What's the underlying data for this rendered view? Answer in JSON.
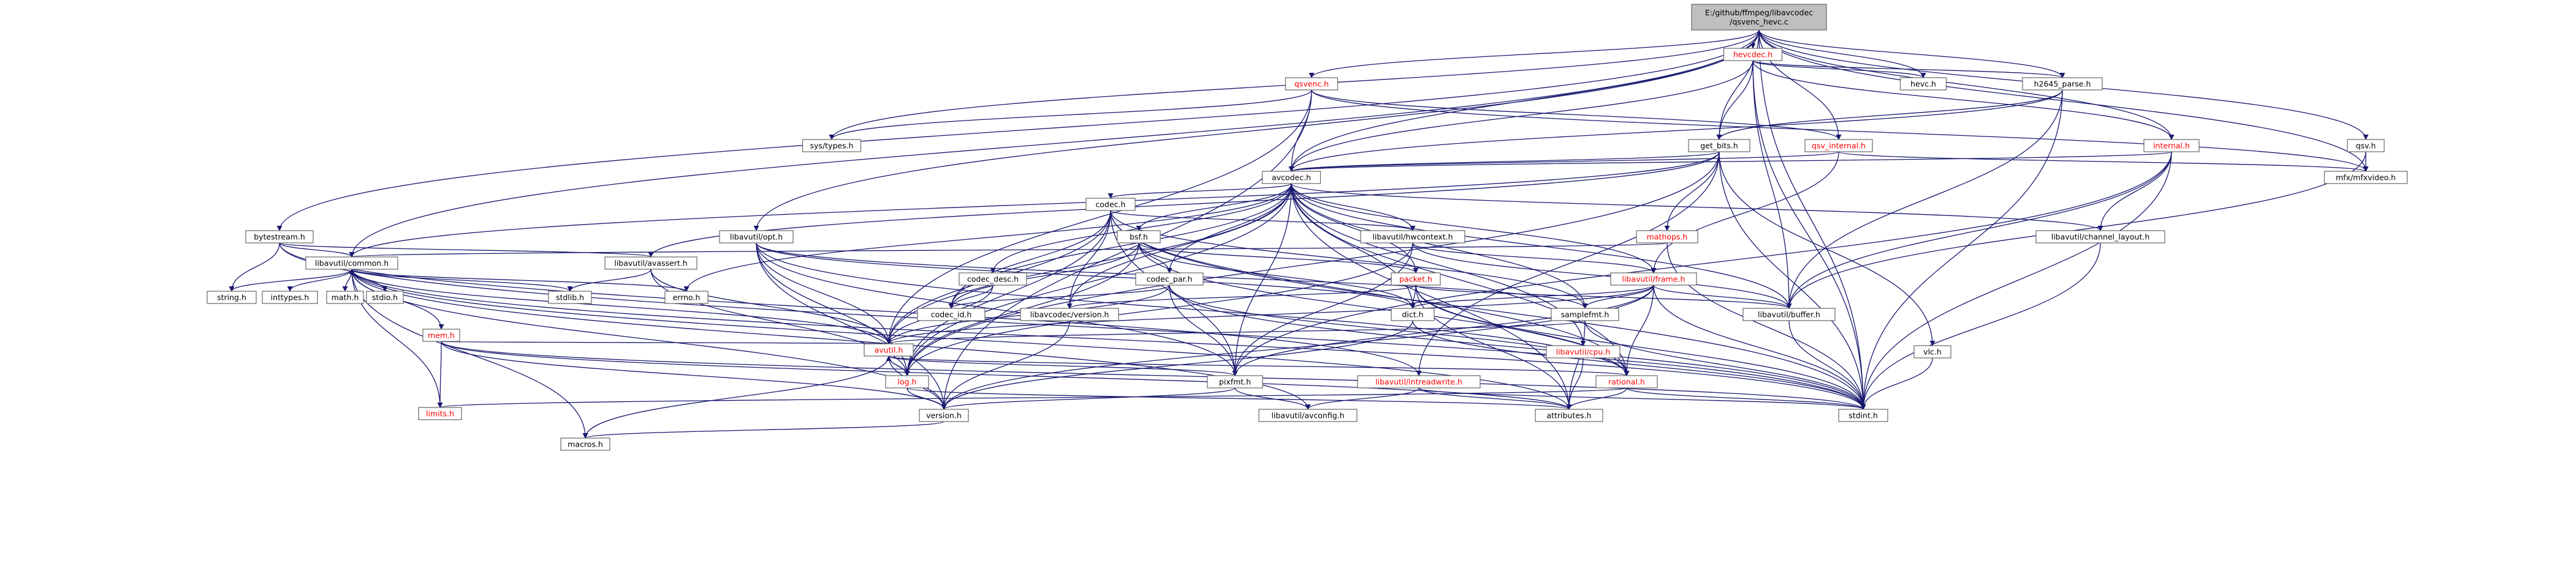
{
  "diagram": {
    "type": "include-dependency-graph",
    "colors": {
      "node_fill": "#ffffff",
      "root_fill": "#bfbfbf",
      "text_normal": "#000000",
      "text_red": "#ff0000",
      "edge": "#191970"
    },
    "nodes": [
      {
        "id": "root",
        "lines": [
          "E:/github/ffmpeg/libavcodec",
          "/qsvenc_hevc.c"
        ],
        "red": false,
        "root": true
      },
      {
        "id": "bytestream",
        "lines": [
          "bytestream.h"
        ],
        "red": false
      },
      {
        "id": "common",
        "lines": [
          "libavutil/common.h"
        ],
        "red": false
      },
      {
        "id": "avassert",
        "lines": [
          "libavutil/avassert.h"
        ],
        "red": false
      },
      {
        "id": "opt",
        "lines": [
          "libavutil/opt.h"
        ],
        "red": false
      },
      {
        "id": "systypes",
        "lines": [
          "sys/types.h"
        ],
        "red": false
      },
      {
        "id": "qsvenc",
        "lines": [
          "qsvenc.h"
        ],
        "red": true
      },
      {
        "id": "avcodec",
        "lines": [
          "avcodec.h"
        ],
        "red": false
      },
      {
        "id": "hevcdec",
        "lines": [
          "hevcdec.h"
        ],
        "red": true
      },
      {
        "id": "hevc",
        "lines": [
          "hevc.h"
        ],
        "red": false
      },
      {
        "id": "h2645",
        "lines": [
          "h2645_parse.h"
        ],
        "red": false
      },
      {
        "id": "getbits",
        "lines": [
          "get_bits.h"
        ],
        "red": false
      },
      {
        "id": "qsvinternal",
        "lines": [
          "qsv_internal.h"
        ],
        "red": true
      },
      {
        "id": "internal",
        "lines": [
          "internal.h"
        ],
        "red": true
      },
      {
        "id": "qsv",
        "lines": [
          "qsv.h"
        ],
        "red": false
      },
      {
        "id": "mfxvideo",
        "lines": [
          "mfx/mfxvideo.h"
        ],
        "red": false
      },
      {
        "id": "codec",
        "lines": [
          "codec.h"
        ],
        "red": false
      },
      {
        "id": "bsf",
        "lines": [
          "bsf.h"
        ],
        "red": false
      },
      {
        "id": "hwcontext",
        "lines": [
          "libavutil/hwcontext.h"
        ],
        "red": false
      },
      {
        "id": "channellayout",
        "lines": [
          "libavutil/channel_layout.h"
        ],
        "red": false
      },
      {
        "id": "mathops",
        "lines": [
          "mathops.h"
        ],
        "red": true
      },
      {
        "id": "codecdesc",
        "lines": [
          "codec_desc.h"
        ],
        "red": false
      },
      {
        "id": "codecpar",
        "lines": [
          "codec_par.h"
        ],
        "red": false
      },
      {
        "id": "packet",
        "lines": [
          "packet.h"
        ],
        "red": true
      },
      {
        "id": "frame",
        "lines": [
          "libavutil/frame.h"
        ],
        "red": true
      },
      {
        "id": "string",
        "lines": [
          "string.h"
        ],
        "red": false
      },
      {
        "id": "inttypes",
        "lines": [
          "inttypes.h"
        ],
        "red": false
      },
      {
        "id": "math",
        "lines": [
          "math.h"
        ],
        "red": false
      },
      {
        "id": "stdio",
        "lines": [
          "stdio.h"
        ],
        "red": false
      },
      {
        "id": "stdlib",
        "lines": [
          "stdlib.h"
        ],
        "red": false
      },
      {
        "id": "errno",
        "lines": [
          "errno.h"
        ],
        "red": false
      },
      {
        "id": "mem",
        "lines": [
          "mem.h"
        ],
        "red": true
      },
      {
        "id": "codecid",
        "lines": [
          "codec_id.h"
        ],
        "red": false
      },
      {
        "id": "avcversion",
        "lines": [
          "libavcodec/version.h"
        ],
        "red": false
      },
      {
        "id": "dict",
        "lines": [
          "dict.h"
        ],
        "red": false
      },
      {
        "id": "samplefmt",
        "lines": [
          "samplefmt.h"
        ],
        "red": false
      },
      {
        "id": "buffer",
        "lines": [
          "libavutil/buffer.h"
        ],
        "red": false
      },
      {
        "id": "avutil",
        "lines": [
          "avutil.h"
        ],
        "red": true
      },
      {
        "id": "cpu",
        "lines": [
          "libavutil/cpu.h"
        ],
        "red": true
      },
      {
        "id": "vlc",
        "lines": [
          "vlc.h"
        ],
        "red": false
      },
      {
        "id": "log",
        "lines": [
          "log.h"
        ],
        "red": true
      },
      {
        "id": "pixfmt",
        "lines": [
          "pixfmt.h"
        ],
        "red": false
      },
      {
        "id": "intreadwrite",
        "lines": [
          "libavutil/intreadwrite.h"
        ],
        "red": true
      },
      {
        "id": "rational",
        "lines": [
          "rational.h"
        ],
        "red": true
      },
      {
        "id": "limits",
        "lines": [
          "limits.h"
        ],
        "red": true
      },
      {
        "id": "version",
        "lines": [
          "version.h"
        ],
        "red": false
      },
      {
        "id": "avconfig",
        "lines": [
          "libavutil/avconfig.h"
        ],
        "red": false
      },
      {
        "id": "attributes",
        "lines": [
          "attributes.h"
        ],
        "red": false
      },
      {
        "id": "stdint",
        "lines": [
          "stdint.h"
        ],
        "red": false
      },
      {
        "id": "macros",
        "lines": [
          "macros.h"
        ],
        "red": false
      }
    ],
    "edges": [
      [
        "root",
        "bytestream"
      ],
      [
        "root",
        "common"
      ],
      [
        "root",
        "opt"
      ],
      [
        "root",
        "systypes"
      ],
      [
        "root",
        "qsvenc"
      ],
      [
        "root",
        "avcodec"
      ],
      [
        "root",
        "hevcdec"
      ],
      [
        "root",
        "hevc"
      ],
      [
        "root",
        "h2645"
      ],
      [
        "root",
        "getbits"
      ],
      [
        "root",
        "qsvinternal"
      ],
      [
        "root",
        "internal"
      ],
      [
        "root",
        "qsv"
      ],
      [
        "root",
        "mfxvideo"
      ],
      [
        "root",
        "stdint"
      ],
      [
        "bytestream",
        "common"
      ],
      [
        "bytestream",
        "avassert"
      ],
      [
        "bytestream",
        "string"
      ],
      [
        "bytestream",
        "intreadwrite"
      ],
      [
        "bytestream",
        "stdint"
      ],
      [
        "common",
        "errno"
      ],
      [
        "common",
        "inttypes"
      ],
      [
        "common",
        "limits"
      ],
      [
        "common",
        "math"
      ],
      [
        "common",
        "stdint"
      ],
      [
        "common",
        "stdio"
      ],
      [
        "common",
        "stdlib"
      ],
      [
        "common",
        "string"
      ],
      [
        "common",
        "attributes"
      ],
      [
        "common",
        "macros"
      ],
      [
        "common",
        "version"
      ],
      [
        "common",
        "avconfig"
      ],
      [
        "common",
        "mem"
      ],
      [
        "mem",
        "limits"
      ],
      [
        "mem",
        "stdint"
      ],
      [
        "mem",
        "attributes"
      ],
      [
        "mem",
        "avutil"
      ],
      [
        "mem",
        "version"
      ],
      [
        "avassert",
        "stdlib"
      ],
      [
        "avassert",
        "avutil"
      ],
      [
        "avassert",
        "log"
      ],
      [
        "opt",
        "rational"
      ],
      [
        "opt",
        "avutil"
      ],
      [
        "opt",
        "dict"
      ],
      [
        "opt",
        "log"
      ],
      [
        "opt",
        "pixfmt"
      ],
      [
        "opt",
        "samplefmt"
      ],
      [
        "opt",
        "version"
      ],
      [
        "qsvenc",
        "systypes"
      ],
      [
        "qsvenc",
        "mfxvideo"
      ],
      [
        "qsvenc",
        "avutil"
      ],
      [
        "qsvenc",
        "avcodec"
      ],
      [
        "qsvenc",
        "qsvinternal"
      ],
      [
        "qsvenc",
        "version"
      ],
      [
        "hevcdec",
        "stdint"
      ],
      [
        "hevcdec",
        "buffer"
      ],
      [
        "hevcdec",
        "avcodec"
      ],
      [
        "hevcdec",
        "getbits"
      ],
      [
        "hevcdec",
        "h2645"
      ],
      [
        "hevcdec",
        "hevc"
      ],
      [
        "hevcdec",
        "internal"
      ],
      [
        "h2645",
        "stdint"
      ],
      [
        "h2645",
        "avcodec"
      ],
      [
        "h2645",
        "buffer"
      ],
      [
        "h2645",
        "getbits"
      ],
      [
        "getbits",
        "stdint"
      ],
      [
        "getbits",
        "common"
      ],
      [
        "getbits",
        "intreadwrite"
      ],
      [
        "getbits",
        "log"
      ],
      [
        "getbits",
        "avassert"
      ],
      [
        "getbits",
        "avcodec"
      ],
      [
        "getbits",
        "mathops"
      ],
      [
        "getbits",
        "vlc"
      ],
      [
        "qsvinternal",
        "mfxvideo"
      ],
      [
        "qsvinternal",
        "avcodec"
      ],
      [
        "qsvinternal",
        "frame"
      ],
      [
        "internal",
        "stdint"
      ],
      [
        "internal",
        "buffer"
      ],
      [
        "internal",
        "channellayout"
      ],
      [
        "internal",
        "avcodec"
      ],
      [
        "internal",
        "pixfmt"
      ],
      [
        "qsv",
        "mfxvideo"
      ],
      [
        "qsv",
        "buffer"
      ],
      [
        "avcodec",
        "errno"
      ],
      [
        "avcodec",
        "samplefmt"
      ],
      [
        "avcodec",
        "attributes"
      ],
      [
        "avcodec",
        "avutil"
      ],
      [
        "avcodec",
        "buffer"
      ],
      [
        "avcodec",
        "cpu"
      ],
      [
        "avcodec",
        "channellayout"
      ],
      [
        "avcodec",
        "dict"
      ],
      [
        "avcodec",
        "frame"
      ],
      [
        "avcodec",
        "hwcontext"
      ],
      [
        "avcodec",
        "log"
      ],
      [
        "avcodec",
        "pixfmt"
      ],
      [
        "avcodec",
        "rational"
      ],
      [
        "avcodec",
        "codec"
      ],
      [
        "avcodec",
        "codecdesc"
      ],
      [
        "avcodec",
        "codecid"
      ],
      [
        "avcodec",
        "packet"
      ],
      [
        "avcodec",
        "bsf"
      ],
      [
        "avcodec",
        "codecpar"
      ],
      [
        "avcodec",
        "avcversion"
      ],
      [
        "codec",
        "stdint"
      ],
      [
        "codec",
        "avutil"
      ],
      [
        "codec",
        "hwcontext"
      ],
      [
        "codec",
        "log"
      ],
      [
        "codec",
        "pixfmt"
      ],
      [
        "codec",
        "rational"
      ],
      [
        "codec",
        "samplefmt"
      ],
      [
        "codec",
        "codecid"
      ],
      [
        "codec",
        "avcversion"
      ],
      [
        "bsf",
        "dict"
      ],
      [
        "bsf",
        "log"
      ],
      [
        "bsf",
        "rational"
      ],
      [
        "bsf",
        "codecid"
      ],
      [
        "bsf",
        "codecpar"
      ],
      [
        "bsf",
        "packet"
      ],
      [
        "hwcontext",
        "buffer"
      ],
      [
        "hwcontext",
        "frame"
      ],
      [
        "hwcontext",
        "log"
      ],
      [
        "hwcontext",
        "pixfmt"
      ],
      [
        "channellayout",
        "stdint"
      ],
      [
        "mathops",
        "stdint"
      ],
      [
        "mathops",
        "common"
      ],
      [
        "codecdesc",
        "avutil"
      ],
      [
        "codecdesc",
        "codecid"
      ],
      [
        "codecpar",
        "stdint"
      ],
      [
        "codecpar",
        "avutil"
      ],
      [
        "codecpar",
        "rational"
      ],
      [
        "codecpar",
        "pixfmt"
      ],
      [
        "codecpar",
        "codecid"
      ],
      [
        "packet",
        "stddef"
      ],
      [
        "packet",
        "stdint"
      ],
      [
        "packet",
        "attributes"
      ],
      [
        "packet",
        "buffer"
      ],
      [
        "packet",
        "dict"
      ],
      [
        "packet",
        "rational"
      ],
      [
        "packet",
        "avcversion"
      ],
      [
        "frame",
        "stddef"
      ],
      [
        "frame",
        "stdint"
      ],
      [
        "frame",
        "avutil"
      ],
      [
        "frame",
        "buffer"
      ],
      [
        "frame",
        "dict"
      ],
      [
        "frame",
        "rational"
      ],
      [
        "frame",
        "samplefmt"
      ],
      [
        "frame",
        "pixfmt"
      ],
      [
        "frame",
        "version"
      ],
      [
        "dict",
        "stdint"
      ],
      [
        "dict",
        "version"
      ],
      [
        "samplefmt",
        "stdint"
      ],
      [
        "samplefmt",
        "avutil"
      ],
      [
        "samplefmt",
        "attributes"
      ],
      [
        "buffer",
        "stdint"
      ],
      [
        "avutil",
        "common"
      ],
      [
        "avutil",
        "error"
      ],
      [
        "avutil",
        "rational"
      ],
      [
        "avutil",
        "version"
      ],
      [
        "avutil",
        "macros"
      ],
      [
        "avutil",
        "mathematics"
      ],
      [
        "avutil",
        "log"
      ],
      [
        "avutil",
        "pixfmt"
      ],
      [
        "cpu",
        "attributes"
      ],
      [
        "vlc",
        "stdint"
      ],
      [
        "log",
        "avutil"
      ],
      [
        "log",
        "attributes"
      ],
      [
        "log",
        "version"
      ],
      [
        "pixfmt",
        "version"
      ],
      [
        "pixfmt",
        "avconfig"
      ],
      [
        "intreadwrite",
        "stdint"
      ],
      [
        "intreadwrite",
        "avconfig"
      ],
      [
        "intreadwrite",
        "attributes"
      ],
      [
        "intreadwrite",
        "bswap"
      ],
      [
        "rational",
        "stdint"
      ],
      [
        "rational",
        "limits"
      ],
      [
        "rational",
        "attributes"
      ],
      [
        "avcversion",
        "version"
      ],
      [
        "version",
        "macros"
      ]
    ]
  }
}
